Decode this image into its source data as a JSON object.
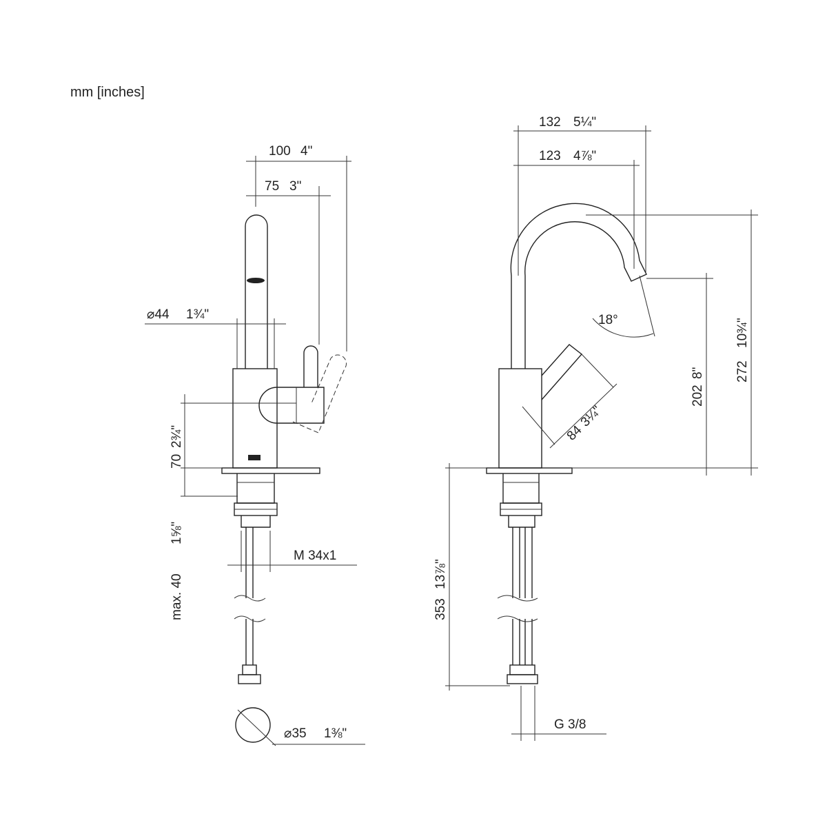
{
  "units_label": "mm [inches]",
  "side_view": {
    "dim_100": "100",
    "dim_100_in": "4\"",
    "dim_75": "75",
    "dim_75_in": "3\"",
    "dim_44": "⌀44",
    "dim_44_in": "1¾\"",
    "dim_70": "70",
    "dim_70_in": "2¾\"",
    "dim_max40": "max. 40",
    "dim_max40_in": "1⅝\"",
    "thread": "M 34x1",
    "dim_35": "⌀35",
    "dim_35_in": "1⅜\""
  },
  "front_view": {
    "dim_132": "132",
    "dim_132_in": "5¼\"",
    "dim_123": "123",
    "dim_123_in": "4⅞\"",
    "angle": "18°",
    "dim_84": "84",
    "dim_84_in": "3¼\"",
    "dim_202": "202",
    "dim_202_in": "8\"",
    "dim_272": "272",
    "dim_272_in": "10¾\"",
    "dim_353": "353",
    "dim_353_in": "13⅞\"",
    "connection": "G 3/8"
  }
}
